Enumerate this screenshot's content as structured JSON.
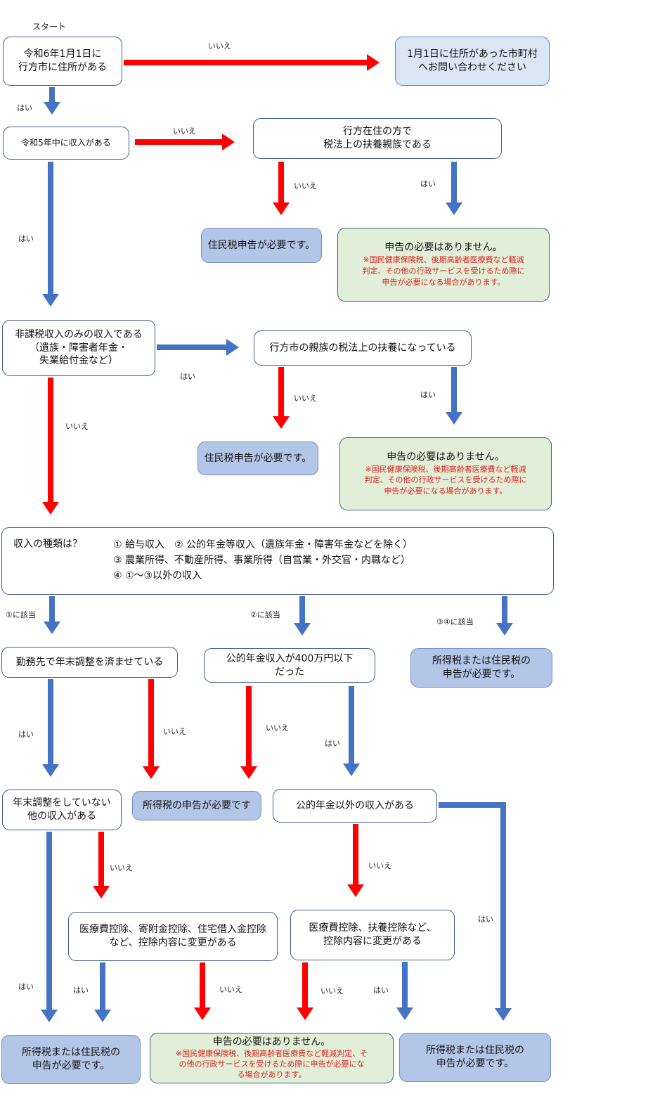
{
  "start_label": "スタート",
  "answers": {
    "yes": "はい",
    "no": "いいえ",
    "case1": "①に該当",
    "case2": "②に該当",
    "case34": "③④に該当"
  },
  "nodes": {
    "q_address": "令和6年1月1日に\n行方市に住所がある",
    "ask_other_city": "1月1日に住所があった市町村\nへお問い合わせください",
    "q_income_r5": "令和5年中に収入がある",
    "q_dependent_resident": "行方在住の方で\n税法上の扶養親族である",
    "need_resident_tax_1": "住民税申告が必要です。",
    "no_need_1": {
      "title": "申告の必要はありません。",
      "note": "※国民健康保険税、後期高齢者医療費など軽減\n判定、その他の行政サービスを受けるため際に\n申告が必要になる場合があります。"
    },
    "q_nontaxable_only": "非課税収入のみの収入である\n（遺族・障害者年金・\n失業給付金など）",
    "q_dependent_relative": "行方市の親族の税法上の扶養になっている",
    "need_resident_tax_2": "住民税申告が必要です。",
    "no_need_2": {
      "title": "申告の必要はありません。",
      "note": "※国民健康保険税、後期高齢者医療費など軽減\n判定、その他の行政サービスを受けるため際に\n申告が必要になる場合があります。"
    },
    "income_types": {
      "question": "収入の種類は？",
      "item1": "① 給与収入　② 公的年金等収入（遺族年金・障害年金などを除く）",
      "item2": "③ 農業所得、不動産所得、事業所得（自営業・外交官・内職など）",
      "item3": "④ ①～③以外の収入"
    },
    "q_year_end_adjusted": "勤務先で年末調整を済ませている",
    "q_pension_400": "公的年金収入が400万円以下\nだった",
    "need_income_or_resident_1": "所得税または住民税の\n申告が必要です。",
    "q_other_income_unadjusted": "年末調整をしていない\n他の収入がある",
    "need_income_tax": "所得税の申告が必要です",
    "q_non_pension_income": "公的年金以外の収入がある",
    "q_deduction_change_1": "医療費控除、寄附金控除、住宅借入金控除\nなど、控除内容に変更がある",
    "q_deduction_change_2": "医療費控除、扶養控除など、\n控除内容に変更がある",
    "need_income_or_resident_2": "所得税または住民税の\n申告が必要です。",
    "no_need_3": {
      "title": "申告の必要はありません。",
      "note": "※国民健康保険税、後期高齢者医療費など軽減判定、そ\nの他の行政サービスを受けるため際に申告が必要にな\nる場合があります。"
    },
    "need_income_or_resident_3": "所得税または住民税の\n申告が必要です。"
  },
  "colors": {
    "yes_arrow": "#4472c4",
    "no_arrow": "#ff0000",
    "note_text": "#e02020"
  }
}
